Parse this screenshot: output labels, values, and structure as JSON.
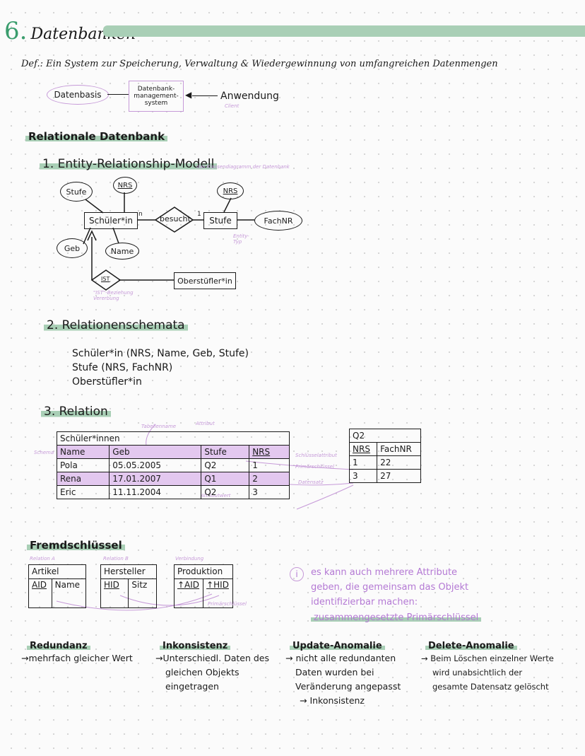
{
  "title": {
    "number": "6.",
    "text": "Datenbanken"
  },
  "definition": "Def.: Ein System zur Speicherung, Verwaltung & Wiedergewinnung von umfangreichen Datenmengen",
  "dbms_diagram": {
    "datenbasis": "Datenbasis",
    "dbms": "Datenbank-management-system",
    "anwendung": "Anwendung",
    "client": "Client"
  },
  "relational": {
    "heading": "Relationale Datenbank",
    "er": {
      "heading": "1. Entity-Relationship-Modell",
      "note": "das Klassendiagramm der Datenbank",
      "attr_stufe": "Stufe",
      "attr_nrs_top": "NRS",
      "attr_nrs_right": "NRS",
      "entity_schueler": "Schüler*in",
      "relation_besucht": "besucht",
      "entity_stufe": "Stufe",
      "attr_fachnr": "FachNR",
      "attr_geb": "Geb",
      "attr_name": "Name",
      "card_n": "n",
      "card_1": "1",
      "isa": "IST",
      "entity_oberstufler": "Oberstüfler*in",
      "entity_note": "Entity-Typ",
      "isa_note": "\"IST\"-Beziehung Vererbung"
    },
    "schemata": {
      "heading": "2. Relationenschemata",
      "line1": "Schüler*in (NRS, Name, Geb, Stufe)",
      "line2": "Stufe (NRS, FachNR)",
      "line3": "Oberstüfler*in"
    },
    "relation": {
      "heading": "3. Relation",
      "table_name": "Schüler*innen",
      "note_tabellenname": "Tabellenname",
      "note_attribut": "Attribut",
      "note_schema": "Schema",
      "note_schluesselattribut": "Schlüsselattribut",
      "note_primaerschluessel": "Primärschlüssel",
      "note_datensatz": "Datensatz",
      "note_attributwert": "Attributwert",
      "columns": [
        "Name",
        "Geb",
        "Stufe",
        "NRS"
      ],
      "rows": [
        [
          "Pola",
          "05.05.2005",
          "Q2",
          "1"
        ],
        [
          "Rena",
          "17.01.2007",
          "Q1",
          "2"
        ],
        [
          "Eric",
          "11.11.2004",
          "Q2",
          "3"
        ]
      ],
      "q2_table": {
        "name": "Q2",
        "columns": [
          "NRS",
          "FachNR"
        ],
        "rows": [
          [
            "1",
            "22"
          ],
          [
            "3",
            "27"
          ]
        ]
      }
    }
  },
  "fremdschluessel": {
    "heading": "Fremdschlüssel",
    "artikel": {
      "note": "Relation A",
      "name": "Artikel",
      "cols": [
        "AID",
        "Name"
      ]
    },
    "hersteller": {
      "note": "Relation B",
      "name": "Hersteller",
      "cols": [
        "HID",
        "Sitz"
      ]
    },
    "produktion": {
      "note": "Verbindung",
      "name": "Produktion",
      "cols": [
        "↑AID",
        "↑HID"
      ]
    },
    "note_primaerschluessel": "Primärschlüssel",
    "info_icon": "i",
    "info_text": [
      "es kann auch mehrere Attribute",
      "geben, die gemeinsam das Objekt",
      "identifizierbar machen:",
      "zusammengesetzte Primärschlüssel"
    ]
  },
  "anomalies": [
    {
      "heading": "Redundanz",
      "lines": [
        "→mehrfach gleicher Wert"
      ]
    },
    {
      "heading": "Inkonsistenz",
      "lines": [
        "→Unterschiedl. Daten des",
        "gleichen Objekts",
        "eingetragen"
      ]
    },
    {
      "heading": "Update-Anomalie",
      "lines": [
        "→ nicht alle redundanten",
        "Daten wurden bei",
        "Veränderung angepasst",
        "→ Inkonsistenz"
      ]
    },
    {
      "heading": "Delete-Anomalie",
      "lines": [
        "→ Beim Löschen einzelner Werte",
        "wird unabsichtlich der",
        "gesamte Datensatz gelöscht"
      ]
    }
  ]
}
